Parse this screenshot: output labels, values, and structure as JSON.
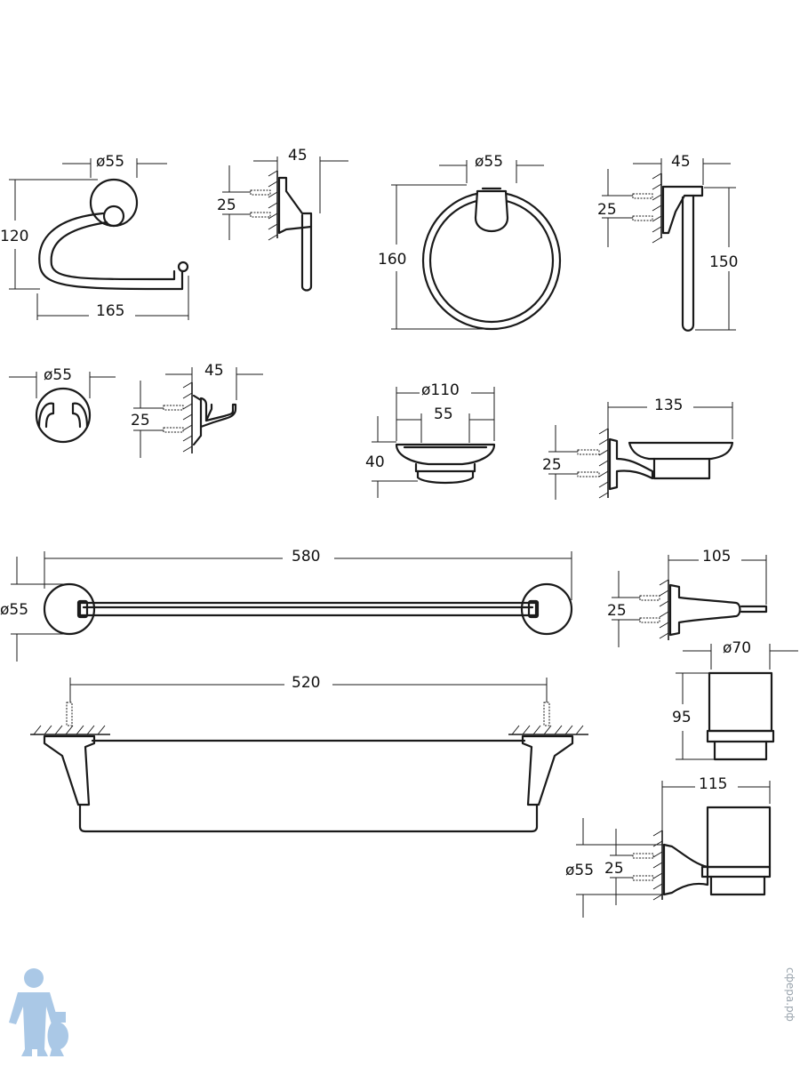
{
  "labels": {
    "paper_holder_dia": "ø55",
    "paper_holder_height": "120",
    "paper_holder_width": "165",
    "paper_holder_depth": "45",
    "paper_holder_spacing": "25",
    "towel_ring_dia": "ø55",
    "towel_ring_height": "160",
    "towel_ring_depth": "45",
    "towel_ring_spacing": "25",
    "towel_ring_side_height": "150",
    "robe_hook_dia": "ø55",
    "robe_hook_depth": "45",
    "robe_hook_spacing": "25",
    "soap_dish_outer_dia": "ø110",
    "soap_dish_inner_dia": "55",
    "soap_dish_height": "40",
    "soap_dish_depth": "135",
    "soap_dish_spacing": "25",
    "towel_bar_length": "580",
    "towel_bar_dia": "ø55",
    "towel_bar_depth": "105",
    "towel_bar_spacing": "25",
    "shelf_length": "520",
    "tumbler_dia": "ø70",
    "tumbler_height": "95",
    "tumbler_depth": "115",
    "tumbler_base_dia": "ø55",
    "tumbler_spacing": "25"
  },
  "watermark": "сфера.рф",
  "colors": {
    "line": "#1a1a1a",
    "logo": "#aac8e6"
  }
}
